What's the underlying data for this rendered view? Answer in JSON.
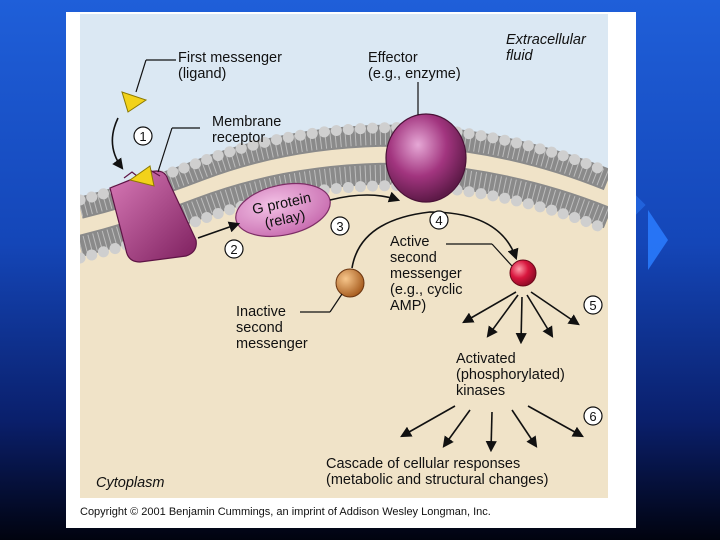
{
  "labels": {
    "first_messenger": [
      "First messenger",
      "(ligand)"
    ],
    "effector": [
      "Effector",
      "(e.g., enzyme)"
    ],
    "extracellular": [
      "Extracellular",
      "fluid"
    ],
    "membrane_receptor": [
      "Membrane",
      "receptor"
    ],
    "g_protein": [
      "G protein",
      "(relay)"
    ],
    "active_second": [
      "Active",
      "second",
      "messenger",
      "(e.g., cyclic",
      "AMP)"
    ],
    "inactive_second": [
      "Inactive",
      "second",
      "messenger"
    ],
    "activated_kinases": [
      "Activated",
      "(phosphorylated)",
      "kinases"
    ],
    "cascade": [
      "Cascade of cellular responses",
      "(metabolic and structural changes)"
    ],
    "cytoplasm": "Cytoplasm",
    "copyright": "Copyright © 2001 Benjamin Cummings, an imprint of Addison Wesley Longman, Inc."
  },
  "steps": [
    "1",
    "2",
    "3",
    "4",
    "5",
    "6"
  ],
  "colors": {
    "extracellular_bg": "#dbe8f3",
    "cytoplasm_bg": "#f0e3c8",
    "membrane_head": "#c9c9c9",
    "receptor": "#b8478f",
    "effector": "#a2357f",
    "g_protein": "#d27dbf",
    "ligand": "#f2d21a",
    "inactive_messenger": "#d07f2f",
    "active_messenger": "#d8163e",
    "slide_top": "#1f5fd9",
    "slide_bottom": "#01030f"
  }
}
